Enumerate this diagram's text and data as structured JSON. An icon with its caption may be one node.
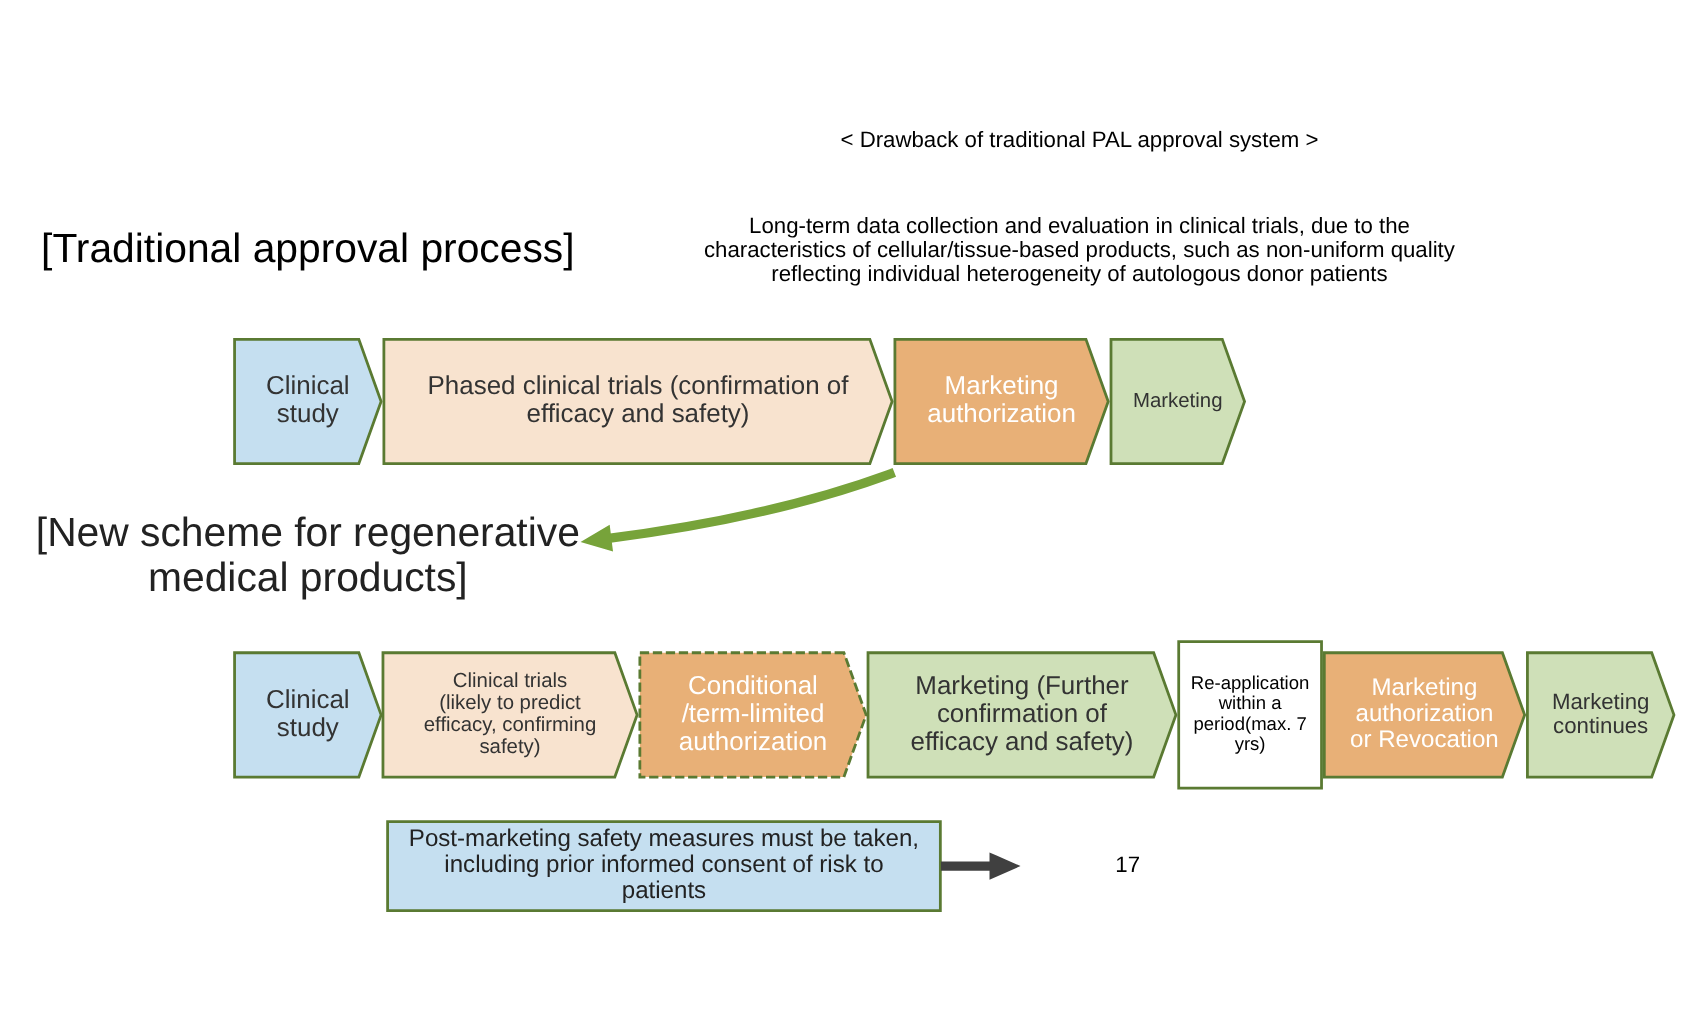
{
  "diagram": {
    "nodes": [
      {
        "text": [
          "Clinical study"
        ]
      },
      {
        "text": [
          "Phased clinical trials (confirmation of efficacy and safety)"
        ]
      },
      {
        "text": [
          "Marketing authorization"
        ]
      },
      {
        "text": [
          "Marketing"
        ]
      },
      {
        "text": [
          "[New scheme for regenerative medical products]"
        ]
      },
      {
        "text": [
          "Clinical study"
        ]
      },
      {
        "text": [
          "Clinical trials",
          "(likely to predict efficacy, confirming safety)"
        ]
      },
      {
        "text": [
          "Conditional /term-limited authorization"
        ]
      },
      {
        "text": [
          "Marketing (Further confirmation of efficacy and safety)"
        ]
      },
      {
        "text": [
          "Re-application within a period(max. 7 yrs)"
        ]
      },
      {
        "text": [
          "Marketing authorization or Revocation"
        ]
      },
      {
        "text": [
          "Marketing continues"
        ]
      },
      {
        "text": [
          "Post-marketing safety measures must be taken, including prior informed consent of risk to patients"
        ]
      }
    ],
    "edges": [
      {
        "from": 2,
        "to": 4,
        "arrow": "to",
        "color": "#77a33a"
      },
      {
        "from": 12,
        "to": null,
        "arrow": "to",
        "color": "#404040"
      }
    ],
    "labels": [
      "< Drawback of traditional PAL approval system >",
      "Long-term data collection and evaluation in clinical trials, due to the characteristics of cellular/tissue-based products, such as non-uniform quality reflecting individual heterogeneity of autologous donor patients",
      "[Traditional approval process]",
      "17"
    ]
  }
}
